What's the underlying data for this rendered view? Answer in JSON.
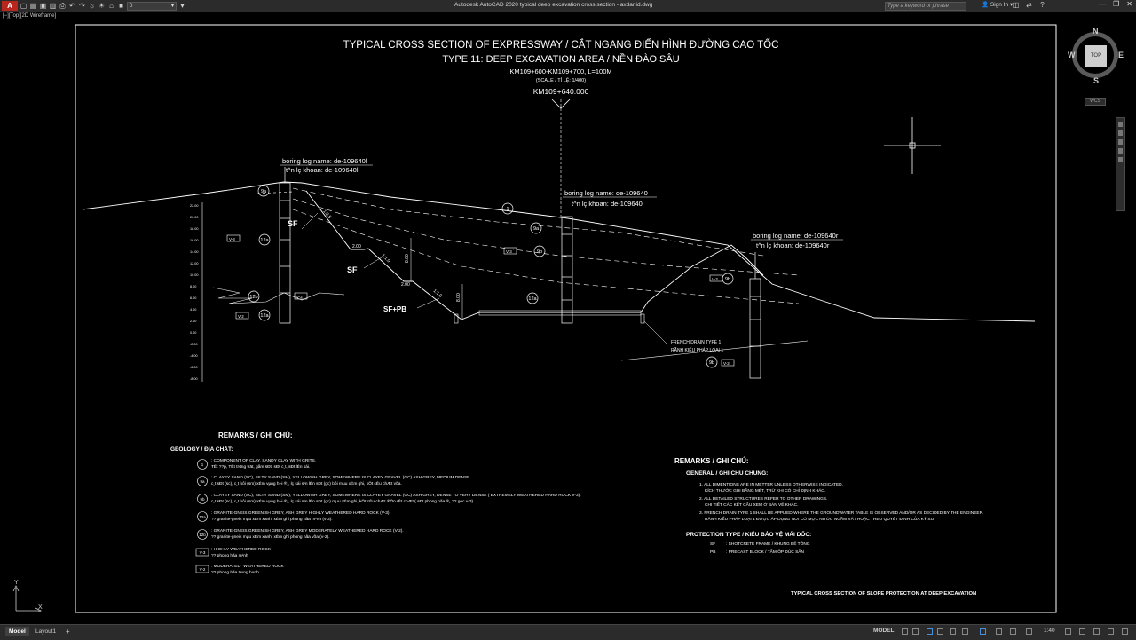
{
  "window": {
    "title": "Autodesk AutoCAD 2020   typical deep excavation cross section - axdar.id.dwg",
    "workspace": "0",
    "search_placeholder": "Type a keyword or phrase",
    "sign_in": "Sign In"
  },
  "viewport": {
    "label": "[−][Top][2D Wireframe]",
    "viewcube": {
      "top": "TOP",
      "n": "N",
      "s": "S",
      "e": "E",
      "w": "W",
      "wcs": "WCS"
    },
    "ucs": {
      "x": "X",
      "y": "Y"
    }
  },
  "drawing": {
    "title_line1": "TYPICAL CROSS SECTION OF EXPRESSWAY / CẮT NGANG ĐIỂN HÌNH ĐƯỜNG CAO TỐC",
    "title_line2": "TYPE 11: DEEP EXCAVATION AREA / NỀN ĐÀO SÂU",
    "station_range": "KM109+600-KM109+700, L=100M",
    "scale": "(SCALE / TỈ LỆ: 1/400)",
    "centerline_station": "KM109+640.000",
    "boreholes": [
      {
        "name_en": "boring log name: de-109640l",
        "name_vn": "t^n lç khoan: de-109640l"
      },
      {
        "name_en": "boring log name: de-109640",
        "name_vn": "t^n lç khoan: de-109640"
      },
      {
        "name_en": "boring log name: de-109640r",
        "name_vn": "t^n lç khoan: de-109640r"
      }
    ],
    "slope_labels": {
      "sf1": "SF",
      "sf2": "SF",
      "sfpb": "SF+PB"
    },
    "dims": {
      "bench1": "2.00",
      "bench2": "2.00",
      "h1": "8.00",
      "h2": "8.00",
      "s1": "1:0.5",
      "s2": "1:1.0",
      "s3": "1:1.0"
    },
    "layers": {
      "l9a_1": "9a",
      "l9a_2": "9a",
      "l9b_1": "9b",
      "l9b_2": "9b",
      "l9b_3": "9b",
      "l12a_1": "12a",
      "l12a_2": "12a",
      "l12a_3": "12a",
      "l12b": "12b",
      "l1": "1",
      "v3_1": "V-3",
      "v3_2": "V-3",
      "v3_3": "V-3",
      "v2_1": "V-2",
      "v2_2": "V-2",
      "v2_3": "V-2"
    },
    "french_drain": {
      "en": "FRENCH DRAIN TYPE 1",
      "vn": "RÃNH KIỂU PHÁP LOẠI 1"
    },
    "elevations": [
      "22.00",
      "20.00",
      "18.00",
      "16.00",
      "14.00",
      "12.00",
      "10.00",
      "8.00",
      "6.00",
      "4.00",
      "2.00",
      "0.00",
      "-2.00",
      "-4.00",
      "-6.00",
      "-8.00"
    ]
  },
  "remarks_geology": {
    "heading": "REMARKS / GHI CHÚ:",
    "subheading": "GEOLOGY / ĐỊA CHẤT:",
    "items": [
      {
        "code": "1",
        "en": ": COMPONENT OF CLAY, SANDY CLAY WITH GRITS.",
        "vn": "TËt ??p, TËt tr¢ng trät, gåm sÐt, sÐt c¸t, sÐt lÉn sái."
      },
      {
        "code": "9a",
        "en": ": CLAYEY SAND (SC), SILTY SAND (SM),  YELLOWISH GREY, SOMEWHERE IS CLAYEY GRAVEL (GC) ASH GREY, MEDIUM DENSE.",
        "vn": "c¸t sÐt (sc), c¸t bôi (sm) xÉm vµng h¬i ®¸, lç sái s¹n lÉn sÐt (gc) bôi mµu xÉm ghi, kÕt cÊu chÆt võa."
      },
      {
        "code": "9b",
        "en": ": CLAYEY SAND (SC), SILTY SAND (SM),  YELLOWISH GREY, SOMEWHERE IS CLAYEY GRAVEL (GC) ASH GREY, DENSE TO VERY DENSE ( EXTREMELY WEATHERED HARD  ROCK V-3).",
        "vn": "c¸t sÐt (sc), c¸t bôi (sm)  xÉm vµng h¬i ®¸, lç sái s¹n lÉn sÐt (gc) mµu xÉm ghi, kÕt cÊu chÆt ®Õn rÊt chÆt ( sÐt phong hãa ®¸ ?? gèc  v-3)."
      },
      {
        "code": "12a",
        "en": ": GRANITE-GNEIS GREENISH GREY, ASH GREY HIGHLY WEATHERED HARD ROCK (V-3).",
        "vn": "?? granite-gneis mµu xÉm xanh, xÉm ghi phong hãa m¹nh (v-3)."
      },
      {
        "code": "12b",
        "en": ": GRANITE-GNEIS GREENISH GREY, ASH GREY MODERATELY WEATHERED HARD ROCK (V-2).",
        "vn": "?? granite-gneis mµu xÉm xanh, xÉm ghi phong hãa võa (v-2)."
      },
      {
        "code": "V-3",
        "en": ": HIGHLY WEATHERED ROCK",
        "vn": "?? phong hãa m¹nh"
      },
      {
        "code": "V-2",
        "en": ": MODERATELY WEATHERED ROCK",
        "vn": "?? phong hãa trung b×nh"
      }
    ]
  },
  "remarks_general": {
    "heading": "REMARKS / GHI CHÚ:",
    "subheading": "GENERAL / GHI CHÚ CHUNG:",
    "notes": [
      "1. ALL DIMENTIONS ARE IN METTER UNLESS OTHERWISE INDICATED.",
      "KÍCH THƯỚC GHI BẰNG MÉT, TRỪ KHI CÓ CHỈ ĐỊNH KHÁC.",
      "2. ALL DETAILED STRUCTURES REFER TO OTHER DRAWINGS.",
      "CHI TIẾT CÁC KẾT CẤU XEM Ở BẢN VẼ KHÁC.",
      "3. FRENCH DRAIN TYPE 1 SHALL BE APPLIED WHERE THE GROUNDWATER TABLE IS OBSERVED AND/OR AS DECIDED BY THE ENGINEER.",
      "RÃNH KIỂU PHÁP LOẠI 1 ĐƯỢC ÁP DỤNG NƠI CÓ MỰC NƯỚC NGẦM VÀ / HOẶC THEO QUYẾT ĐỊNH CỦA KỸ SƯ."
    ],
    "protection_heading": "PROTECTION TYPE / KIỂU BẢO VỆ MÁI DỐC:",
    "protection": [
      {
        "code": "SF",
        "desc": ": SHOTCRETE FRAME / KHUNG BÊ TÔNG"
      },
      {
        "code": "PB",
        "desc": ": PRECAST BLOCK / TẤM ỐP ĐÚC SẴN"
      }
    ],
    "footer_caption": "TYPICAL CROSS SECTION OF SLOPE PROTECTION AT DEEP EXCAVATION"
  },
  "statusbar": {
    "tab_model": "Model",
    "tab_layout1": "Layout1",
    "tab_add": "+",
    "model": "MODEL",
    "scale": "1:40"
  },
  "colors": {
    "background": "#000000",
    "linework": "#ffffff",
    "chrome": "#2b2b2b",
    "logo": "#b8261e"
  }
}
